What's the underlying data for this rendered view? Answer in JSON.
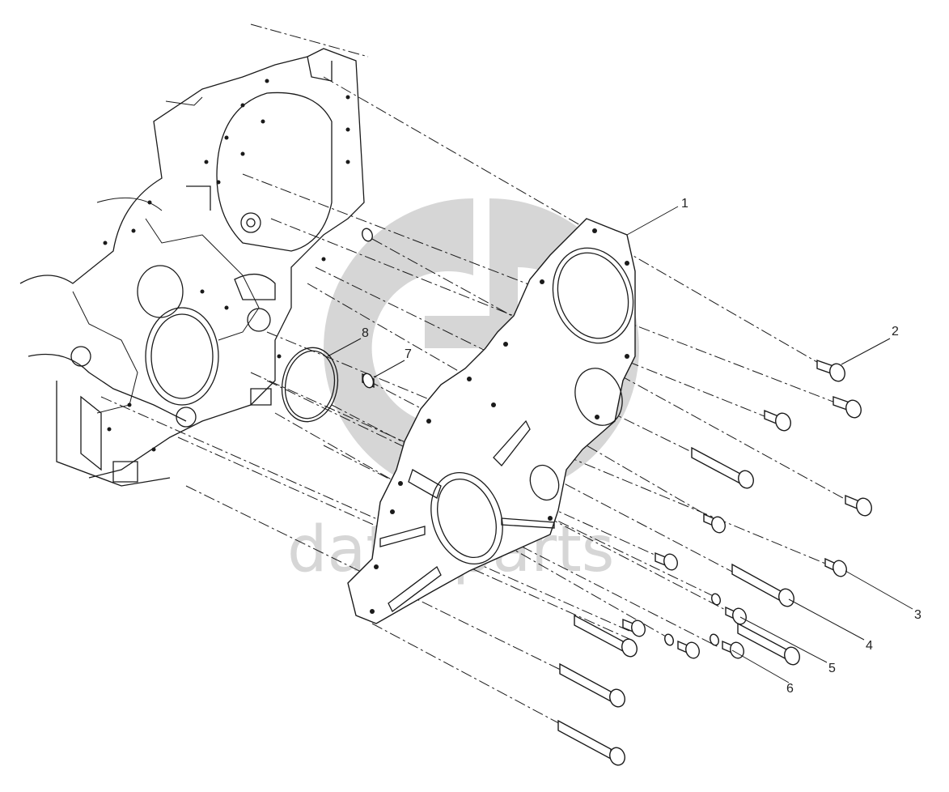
{
  "watermark": {
    "text": "data-parts",
    "color": "#d6d6d6"
  },
  "callouts": [
    {
      "label": "1"
    },
    {
      "label": "2"
    },
    {
      "label": "3"
    },
    {
      "label": "4"
    },
    {
      "label": "5"
    },
    {
      "label": "6"
    },
    {
      "label": "7"
    },
    {
      "label": "8"
    }
  ],
  "colors": {
    "line": "#1a1a1a",
    "background": "#ffffff",
    "watermark": "#d6d6d6"
  }
}
